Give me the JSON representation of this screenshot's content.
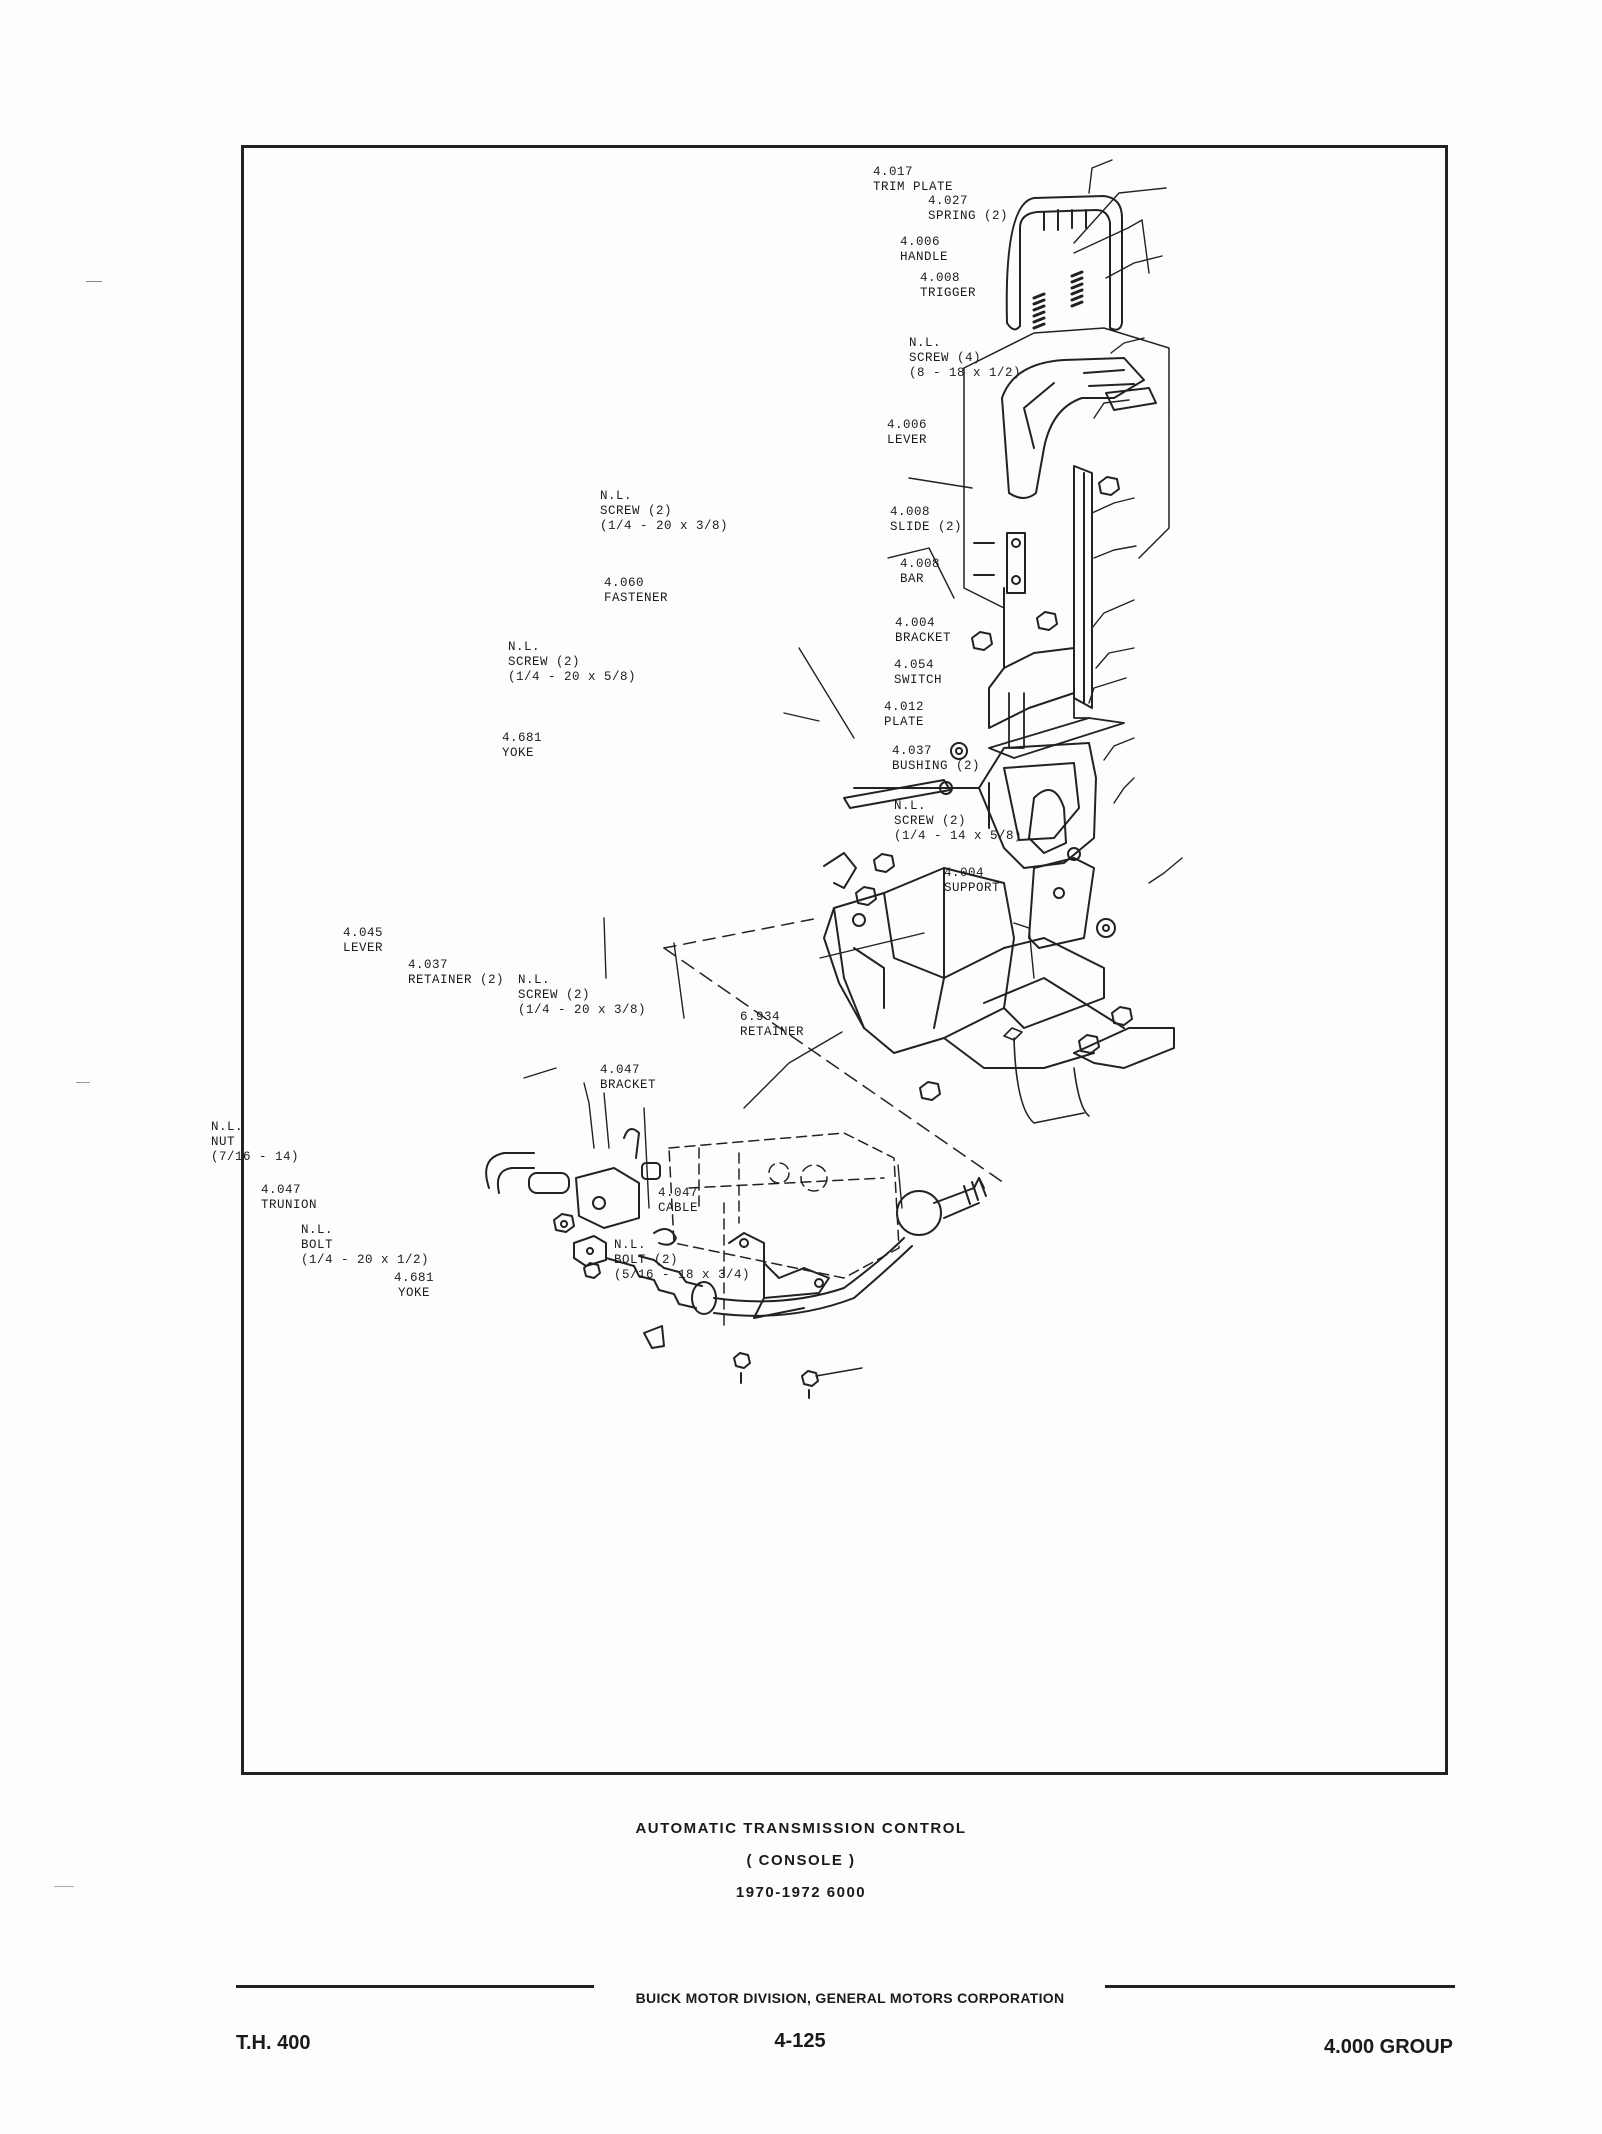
{
  "callouts": {
    "trim_plate": [
      "4.017",
      "TRIM PLATE"
    ],
    "spring": [
      "4.027",
      "SPRING (2)"
    ],
    "handle": [
      "4.006",
      "HANDLE"
    ],
    "trigger": [
      "4.008",
      "TRIGGER"
    ],
    "screw_top": [
      "N.L.",
      "SCREW (4)",
      "(8 - 18 x 1/2)"
    ],
    "lever_upper": [
      "4.006",
      "LEVER"
    ],
    "screw_mid": [
      "N.L.",
      "",
      "SCREW (2)",
      "(1/4 - 20 x 3/8)"
    ],
    "slide": [
      "4.008",
      "SLIDE (2)"
    ],
    "bar": [
      "4.008",
      "BAR"
    ],
    "fastener": [
      "4.060",
      "FASTENER"
    ],
    "bracket_upper": [
      "4.004",
      "BRACKET"
    ],
    "screw_left": [
      "N.L.",
      "SCREW (2)",
      "(1/4 - 20 x 5/8)"
    ],
    "switch": [
      "4.054",
      "SWITCH"
    ],
    "plate": [
      "4.012",
      "PLATE"
    ],
    "yoke_upper": [
      "4.681",
      "YOKE"
    ],
    "bushing": [
      "4.037",
      "BUSHING (2)"
    ],
    "screw_right": [
      "N.L.",
      "SCREW (2)",
      "(1/4 - 14 x 5/8)"
    ],
    "support": [
      "4.004",
      "SUPPORT"
    ],
    "lever_lower": [
      "4.045",
      "LEVER"
    ],
    "retainer_lower": [
      "4.037",
      "RETAINER (2)"
    ],
    "screw_lower": [
      "N.L.",
      "SCREW (2)",
      "(1/4 - 20 x 3/8)"
    ],
    "retainer_cable": [
      "6.934",
      "RETAINER"
    ],
    "bracket_lower": [
      "4.047",
      "BRACKET"
    ],
    "nut": [
      "N.L.",
      "NUT",
      "(7/16 - 14)"
    ],
    "trunion": [
      "4.047",
      "TRUNION"
    ],
    "cable": [
      "4.047",
      "CABLE"
    ],
    "bolt_left": [
      "N.L.",
      "BOLT",
      "(1/4 - 20 x 1/2)"
    ],
    "bolt_right": [
      "N.L.",
      "BOLT (2)",
      "(5/16 - 18 x 3/4)"
    ],
    "yoke_lower": [
      "4.681",
      "YOKE"
    ]
  },
  "caption": {
    "line1": "AUTOMATIC TRANSMISSION CONTROL",
    "line2": "( CONSOLE )",
    "line3": "1970-1972 6000"
  },
  "footer": {
    "division": "BUICK MOTOR DIVISION, GENERAL MOTORS CORPORATION",
    "left": "T.H. 400",
    "page": "4-125",
    "right": "4.000 GROUP"
  }
}
